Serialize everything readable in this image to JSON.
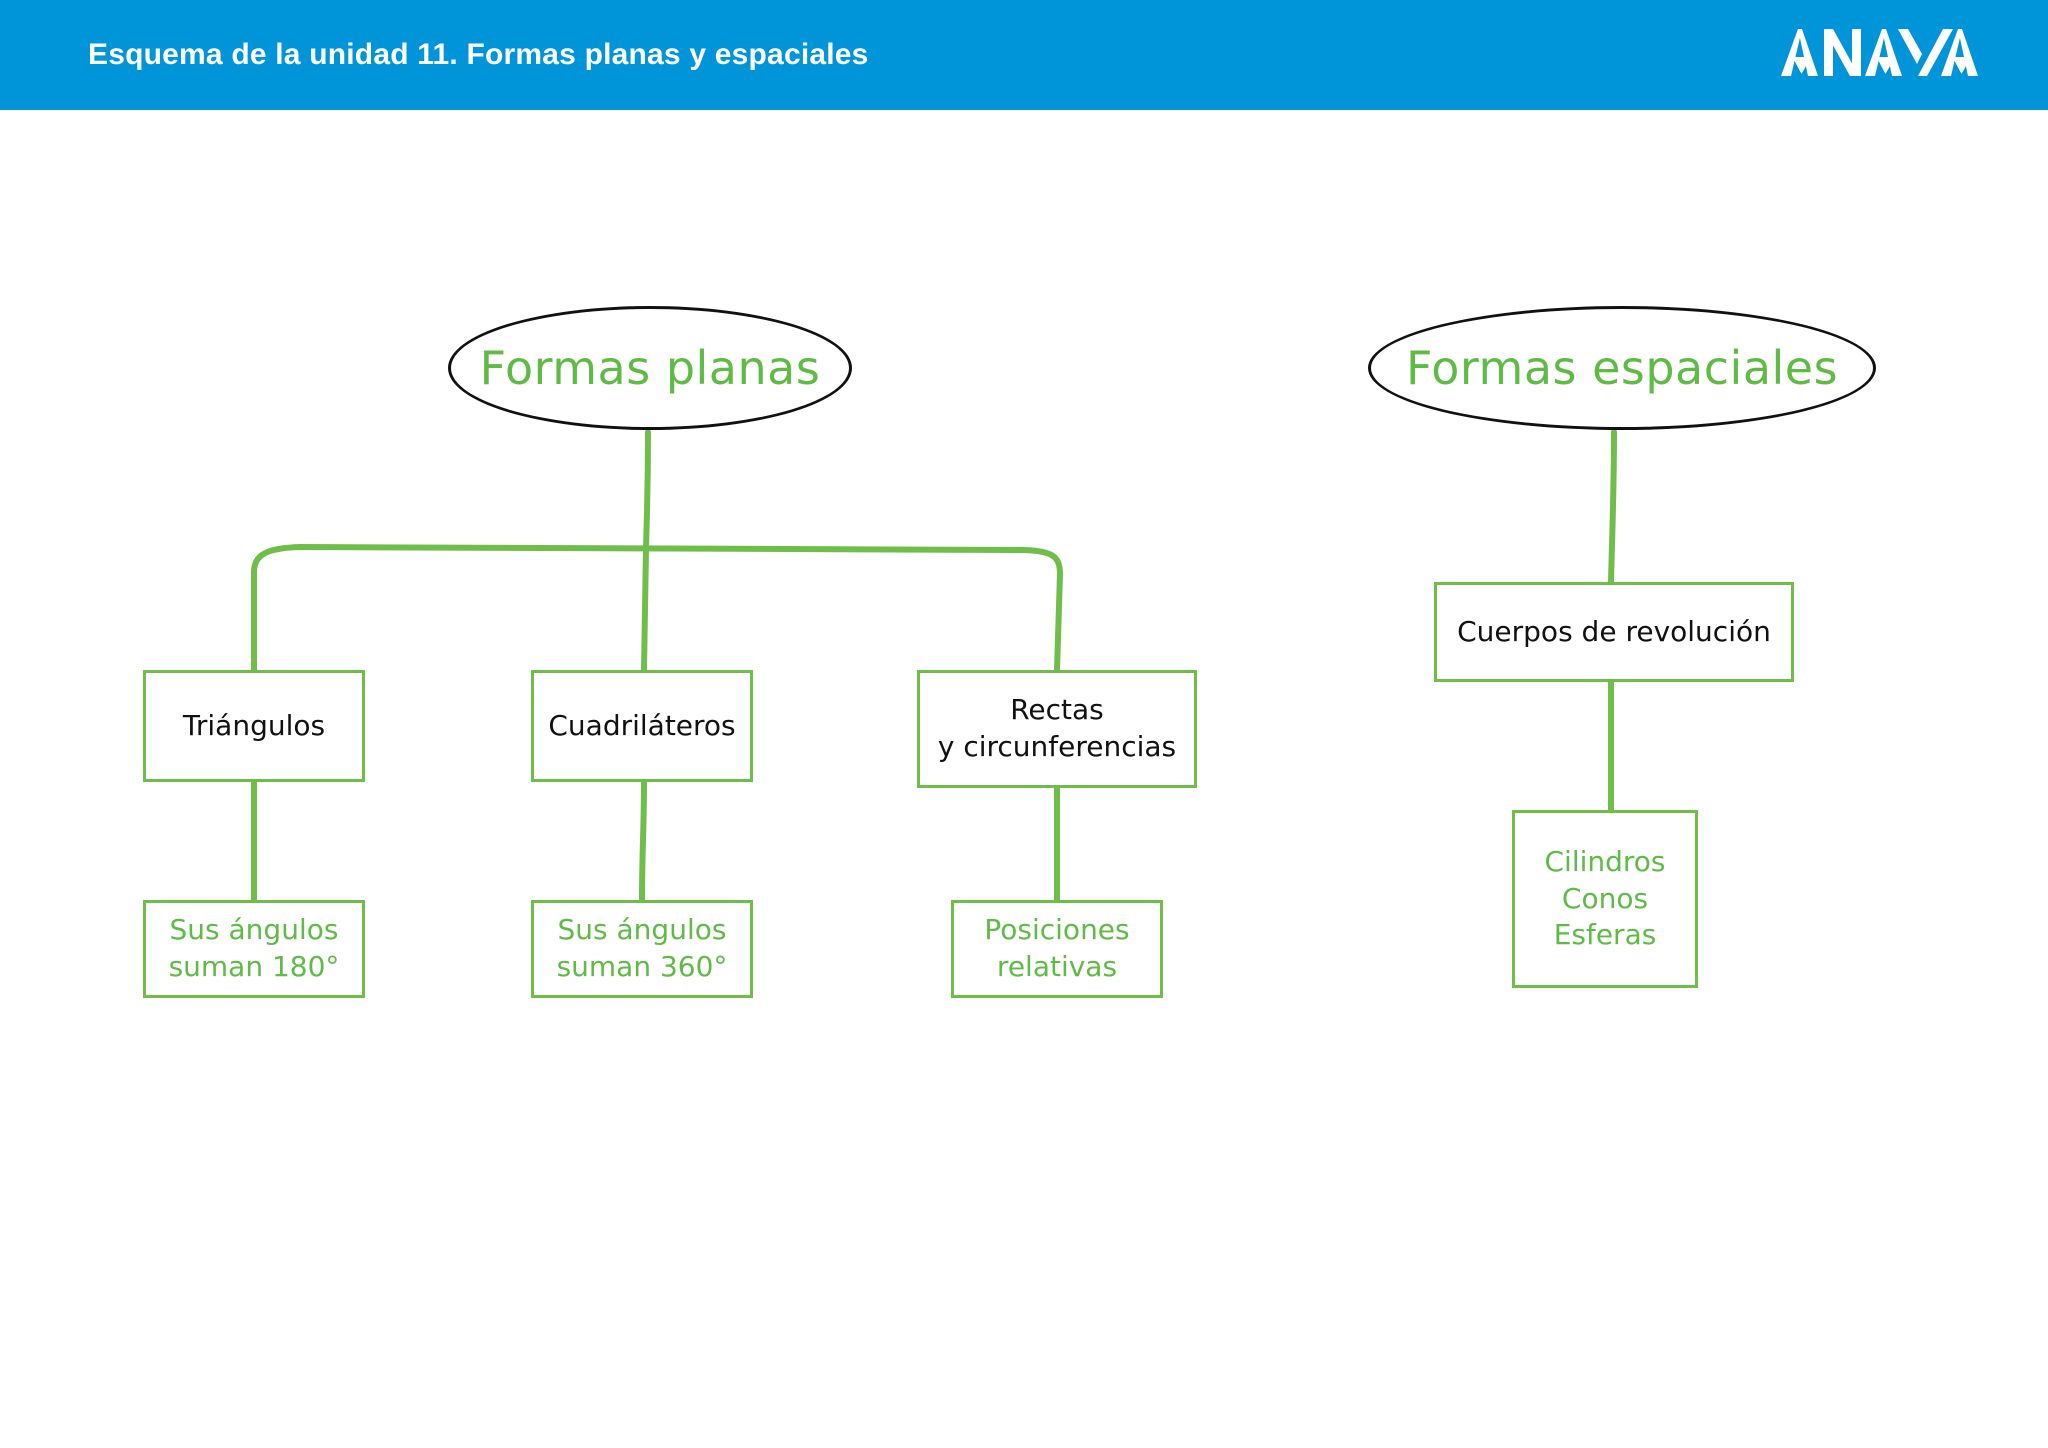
{
  "header": {
    "title": "Esquema de la unidad 11. Formas planas y espaciales",
    "logo_text": "ANAYA",
    "background_color": "#0095D9",
    "text_color": "#FFFFFF"
  },
  "theme": {
    "green": "#6FBE4A",
    "green_text": "#5FBB46",
    "outline_black": "#111111",
    "page_background": "#FFFFFF"
  },
  "diagram": {
    "type": "concept-map",
    "roots": [
      {
        "id": "formas-planas",
        "label": "Formas planas",
        "shape": "ellipse"
      },
      {
        "id": "formas-espaciales",
        "label": "Formas espaciales",
        "shape": "ellipse"
      }
    ],
    "nodes": [
      {
        "id": "triangulos",
        "label": "Triángulos",
        "shape": "rect",
        "text_color": "black",
        "parent": "formas-planas"
      },
      {
        "id": "cuadrilateros",
        "label": "Cuadriláteros",
        "shape": "rect",
        "text_color": "black",
        "parent": "formas-planas"
      },
      {
        "id": "rectas",
        "label": "Rectas\ny circunferencias",
        "shape": "rect",
        "text_color": "black",
        "parent": "formas-planas"
      },
      {
        "id": "suman-180",
        "label": "Sus ángulos\nsuman 180°",
        "shape": "rect",
        "text_color": "green",
        "parent": "triangulos"
      },
      {
        "id": "suman-360",
        "label": "Sus ángulos\nsuman 360°",
        "shape": "rect",
        "text_color": "green",
        "parent": "cuadrilateros"
      },
      {
        "id": "posiciones",
        "label": "Posiciones\nrelativas",
        "shape": "rect",
        "text_color": "green",
        "parent": "rectas"
      },
      {
        "id": "cuerpos-revolucion",
        "label": "Cuerpos de revolución",
        "shape": "rect",
        "text_color": "black",
        "parent": "formas-espaciales"
      },
      {
        "id": "cilindros-conos-esferas",
        "label": "Cilindros\nConos\nEsferas",
        "shape": "rect",
        "text_color": "green",
        "parent": "cuerpos-revolucion"
      }
    ]
  }
}
